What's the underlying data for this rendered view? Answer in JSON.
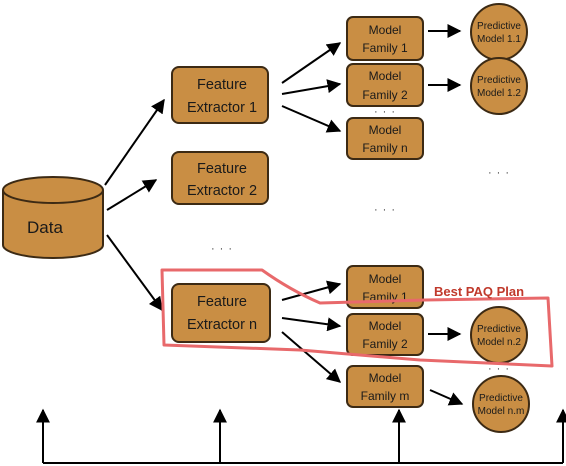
{
  "colors": {
    "box_fill": "#c98e44",
    "box_stroke": "#3c2a14",
    "arrow": "#000000",
    "highlight": "#e8696b",
    "highlight_text": "#c0392b"
  },
  "data_node": {
    "label": "Data"
  },
  "feature_extractors": [
    {
      "line1": "Feature",
      "line2": "Extractor 1"
    },
    {
      "line1": "Feature",
      "line2": "Extractor 2"
    },
    {
      "line1": "Feature",
      "line2": "Extractor n"
    }
  ],
  "model_families_top": [
    {
      "line1": "Model",
      "line2": "Family 1"
    },
    {
      "line1": "Model",
      "line2": "Family 2"
    },
    {
      "line1": "Model",
      "line2": "Family n"
    }
  ],
  "model_families_bottom": [
    {
      "line1": "Model",
      "line2": "Family 1"
    },
    {
      "line1": "Model",
      "line2": "Family 2"
    },
    {
      "line1": "Model",
      "line2": "Family m"
    }
  ],
  "predictive_models": [
    {
      "line1": "Predictive",
      "line2": "Model 1.1"
    },
    {
      "line1": "Predictive",
      "line2": "Model 1.2"
    },
    {
      "line1": "Predictive",
      "line2": "Model n.2"
    },
    {
      "line1": "Predictive",
      "line2": "Model n.m"
    }
  ],
  "ellipsis": "· · ·",
  "best_plan_label": "Best PAQ Plan"
}
